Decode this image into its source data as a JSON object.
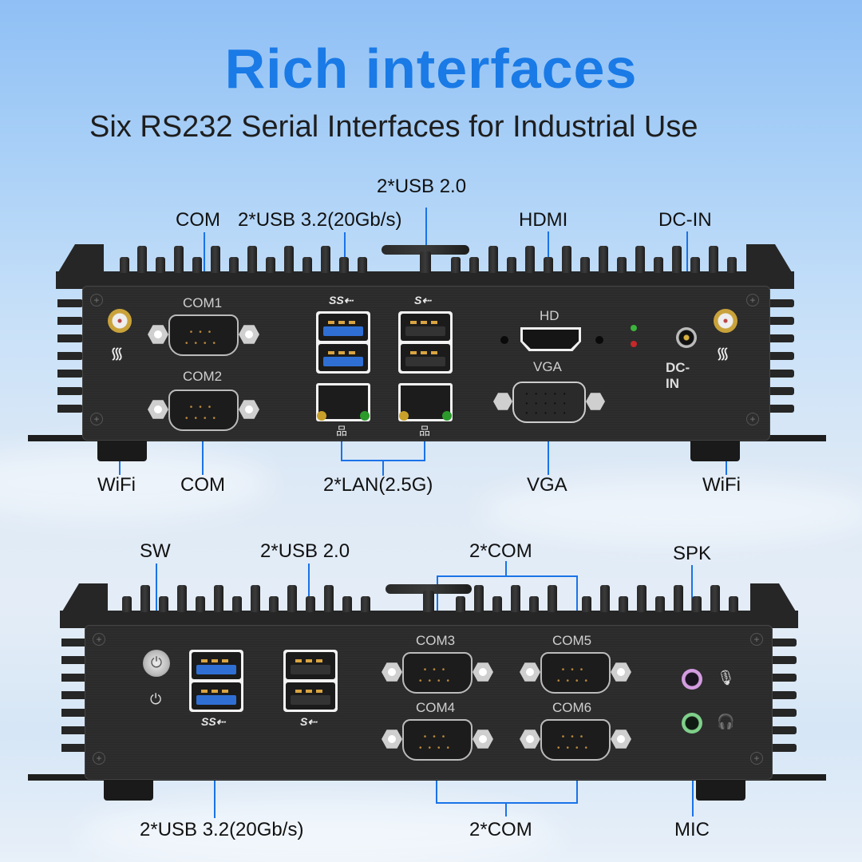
{
  "header": {
    "title": "Rich interfaces",
    "subtitle": "Six RS232 Serial Interfaces for Industrial Use"
  },
  "colors": {
    "title": "#1a7ae6",
    "leader_lines": "#1a73e8",
    "chassis": "#262626"
  },
  "top_view": {
    "callouts_above": {
      "com": "COM",
      "usb32": "2*USB 3.2(20Gb/s)",
      "usb20": "2*USB 2.0",
      "hdmi": "HDMI",
      "dcin": "DC-IN"
    },
    "callouts_below": {
      "wifi_left": "WiFi",
      "com": "COM",
      "lan": "2*LAN(2.5G)",
      "vga": "VGA",
      "wifi_right": "WiFi"
    },
    "panel_labels": {
      "com1": "COM1",
      "com2": "COM2",
      "hd": "HD",
      "vga": "VGA",
      "dcin": "DC-IN"
    },
    "icons": {
      "usb3": "SS⇠",
      "usb2": "S⇠",
      "lan": "品",
      "wifi": "wifi-icon"
    }
  },
  "bottom_view": {
    "callouts_above": {
      "sw": "SW",
      "usb20": "2*USB 2.0",
      "com_top": "2*COM",
      "spk": "SPK"
    },
    "callouts_below": {
      "usb32": "2*USB 3.2(20Gb/s)",
      "com_bottom": "2*COM",
      "mic": "MIC"
    },
    "panel_labels": {
      "com3": "COM3",
      "com4": "COM4",
      "com5": "COM5",
      "com6": "COM6"
    },
    "icons": {
      "power": "⏻",
      "mic": "🎙",
      "headphone": "🎧",
      "usb3": "SS⇠",
      "usb2": "S⇠"
    }
  }
}
